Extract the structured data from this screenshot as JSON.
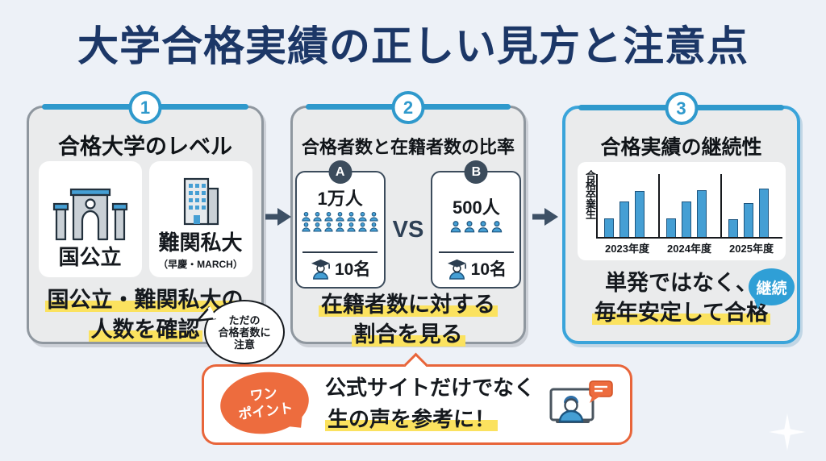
{
  "page": {
    "title": "大学合格実績の正しい見方と注意点"
  },
  "colors": {
    "background": "#edf1f7",
    "title_navy": "#1c3767",
    "accent_blue": "#2f99cc",
    "panel3_border_blue": "#3aa4da",
    "panel_fill_gray": "#eaebec",
    "panel_border_gray": "#8f979f",
    "icon_blue": "#459fd4",
    "badge_slate": "#3c4c5c",
    "orange": "#e8653a",
    "yellow_highlight": "#fbe25f",
    "text_black": "#15191e"
  },
  "steps": [
    {
      "number": "1",
      "heading": "合格大学のレベル",
      "cards": [
        {
          "icon": "university-gate-icon",
          "label": "国公立",
          "sublabel": ""
        },
        {
          "icon": "office-building-icon",
          "label": "難関私大",
          "sublabel": "（早慶・MARCH）"
        }
      ],
      "summary_line1": "国公立・難関私大の",
      "summary_line2": "人数を確認",
      "note_bubble": [
        "ただの",
        "合格者数に",
        "注意"
      ]
    },
    {
      "number": "2",
      "heading": "合格者数と在籍者数の比率",
      "vs_label": "VS",
      "compare_cards": [
        {
          "badge": "A",
          "count": "1万人",
          "people_rows": [
            7,
            7
          ],
          "grad_label": "10名"
        },
        {
          "badge": "B",
          "count": "500人",
          "people_rows": [
            4
          ],
          "grad_label": "10名"
        }
      ],
      "summary_line1": "在籍者数に対する",
      "summary_line2": "割合を見る"
    },
    {
      "number": "3",
      "heading": "合格実績の継続性",
      "summary_line1": "単発ではなく、",
      "summary_line2": "毎年安定して合格",
      "badge": "継続"
    }
  ],
  "chart_data": {
    "type": "bar",
    "title": "合格実績の継続性",
    "ylabel": "合格卒業生",
    "categories": [
      "2023年度",
      "2024年度",
      "2025年度"
    ],
    "series": [
      {
        "name": "bar-left",
        "values": [
          30,
          30,
          28
        ]
      },
      {
        "name": "bar-middle",
        "values": [
          57,
          57,
          54
        ]
      },
      {
        "name": "bar-right",
        "values": [
          73,
          75,
          77
        ]
      }
    ],
    "value_unit": "relative-height-percent",
    "bar_color": "#459fd4",
    "bar_border": "#1d557f",
    "grid": false,
    "legend": false
  },
  "callout": {
    "badge_line1": "ワン",
    "badge_line2": "ポイント",
    "text_line1": "公式サイトだけでなく",
    "text_line2": "生の声を参考に！",
    "icon": "online-review-icon"
  }
}
